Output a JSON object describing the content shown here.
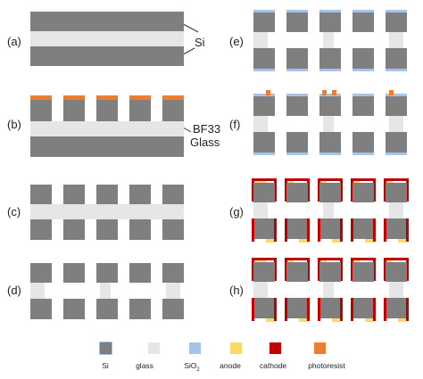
{
  "panels": {
    "a": "(a)",
    "b": "(b)",
    "c": "(c)",
    "d": "(d)",
    "e": "(e)",
    "f": "(f)",
    "g": "(g)",
    "h": "(h)"
  },
  "annotations": {
    "si": "Si",
    "bf33": "BF33",
    "glass": "Glass"
  },
  "legend": [
    {
      "key": "si",
      "label": "Si",
      "color": "#7f7f7f",
      "border": "#4f81bd"
    },
    {
      "key": "glass",
      "label": "glass",
      "color": "#e6e6e6"
    },
    {
      "key": "sio2",
      "label": "SiO",
      "sub": "2",
      "color": "#a6c4e6"
    },
    {
      "key": "anode",
      "label": "anode",
      "color": "#ffd966"
    },
    {
      "key": "cathode",
      "label": "cathode",
      "color": "#c00000"
    },
    {
      "key": "photoresist",
      "label": "photoresist",
      "color": "#ed7d31"
    }
  ],
  "colors": {
    "si": "#7f7f7f",
    "glass": "#e6e6e6",
    "sio2": "#a6c4e6",
    "anode": "#ffd966",
    "cathode": "#c00000",
    "photoresist": "#ed7d31"
  }
}
